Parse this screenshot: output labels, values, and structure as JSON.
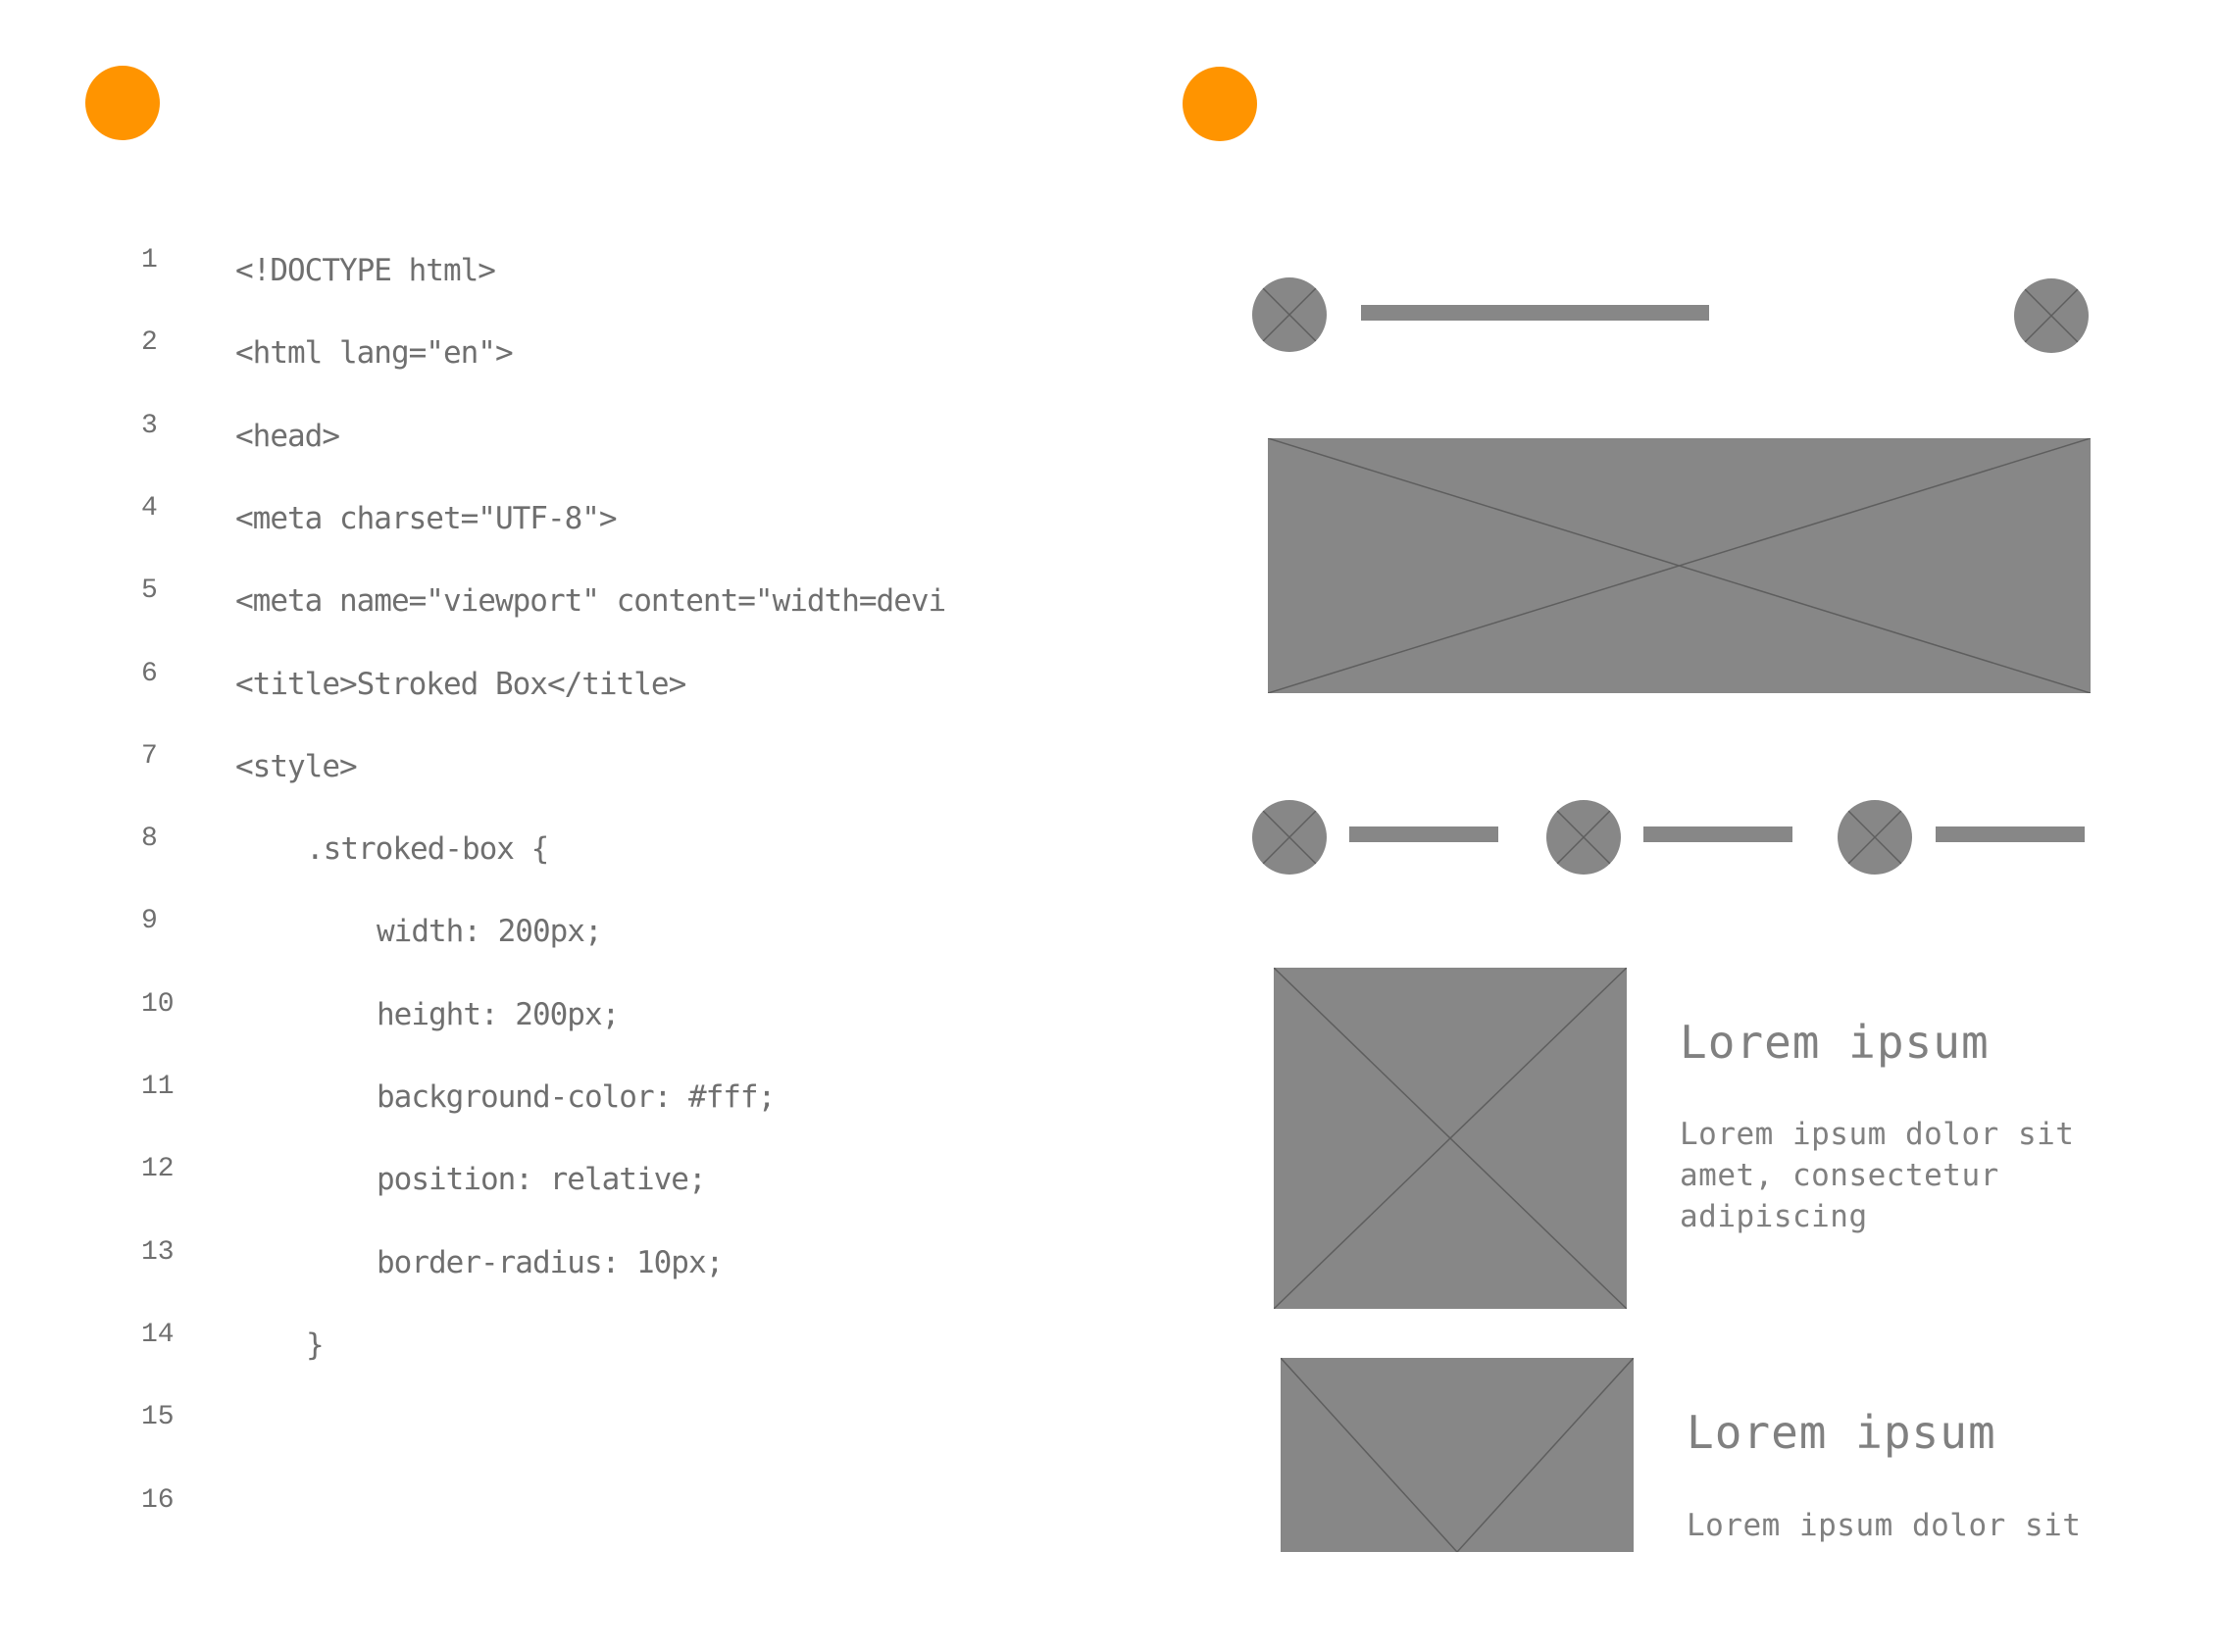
{
  "code": {
    "lines": [
      {
        "num": "1",
        "text": "<!DOCTYPE html>"
      },
      {
        "num": "2",
        "text": "<html lang=\"en\">"
      },
      {
        "num": "3",
        "text": "<head>"
      },
      {
        "num": "4",
        "text": "<meta charset=\"UTF-8\">"
      },
      {
        "num": "5",
        "text": "<meta name=\"viewport\" content=\"width=devi"
      },
      {
        "num": "6",
        "text": "<title>Stroked Box</title>"
      },
      {
        "num": "7",
        "text": "<style>"
      },
      {
        "num": "8",
        "text": ".stroked-box {"
      },
      {
        "num": "9",
        "text": "width: 200px;"
      },
      {
        "num": "10",
        "text": "height: 200px;"
      },
      {
        "num": "11",
        "text": "background-color: #fff;"
      },
      {
        "num": "12",
        "text": "position: relative;"
      },
      {
        "num": "13",
        "text": "border-radius: 10px;"
      },
      {
        "num": "14",
        "text": "}"
      },
      {
        "num": "15",
        "text": ""
      },
      {
        "num": "16",
        "text": ""
      }
    ]
  },
  "wireframe": {
    "card1": {
      "title": "Lorem ipsum",
      "desc": "Lorem ipsum dolor sit\namet, consectetur\nadipiscing"
    },
    "card2": {
      "title": "Lorem ipsum",
      "desc": "Lorem ipsum dolor sit"
    }
  },
  "colors": {
    "accent": "#ff9400",
    "placeholder": "#878787",
    "text": "#6f6f6f"
  },
  "icons": {
    "status_dots": "orange-circle",
    "placeholder_image": "x-cross-image-icon",
    "placeholder_avatar": "x-cross-circle-icon"
  }
}
